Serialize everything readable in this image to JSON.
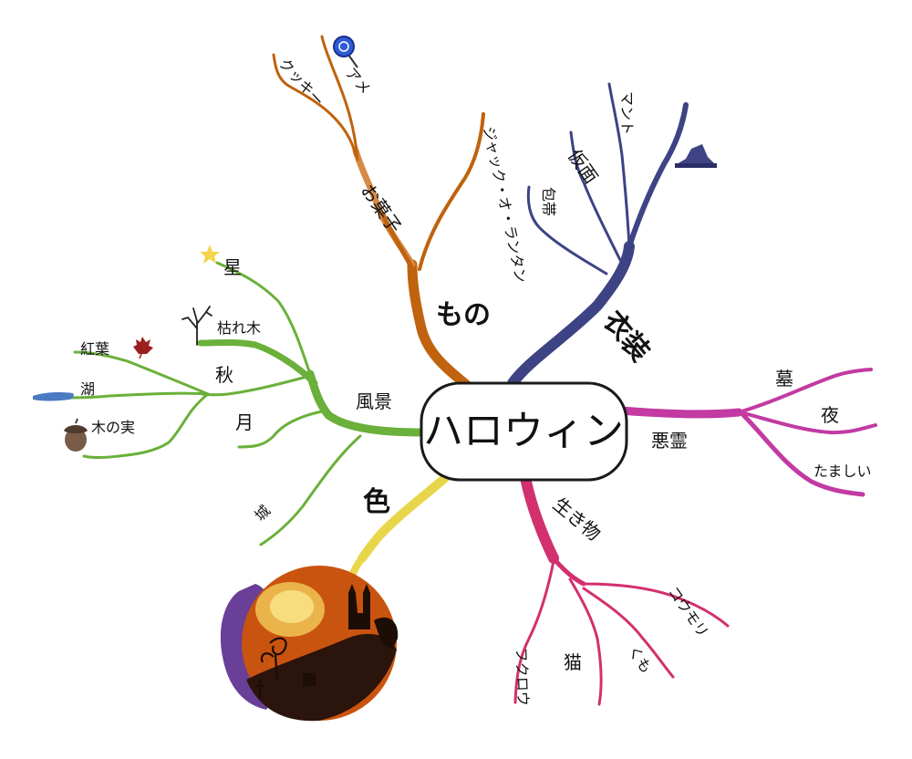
{
  "center": {
    "label": "ハロウィン"
  },
  "colors": {
    "mono": "#c0620e",
    "mono_light": "#d68a45",
    "isho": "#3d4384",
    "akuryo": "#c23aa2",
    "ikimono": "#d2306e",
    "iro": "#e8d64a",
    "fukei": "#6ab03a",
    "center_border": "#1a1a1a"
  },
  "branches": {
    "mono": {
      "label": "もの",
      "children": [
        {
          "label": "お菓子",
          "children": [
            "クッキー",
            "アメ"
          ]
        },
        {
          "label": "ジャック・オ・ランタン"
        }
      ]
    },
    "isho": {
      "label": "衣装",
      "children": [
        "包帯",
        "仮面",
        "マント"
      ]
    },
    "akuryo": {
      "label": "悪霊",
      "children": [
        "墓",
        "夜",
        "たましい"
      ]
    },
    "ikimono": {
      "label": "生き物",
      "children": [
        "フクロウ",
        "猫",
        "くも",
        "コウモリ"
      ]
    },
    "iro": {
      "label": "色"
    },
    "fukei": {
      "label": "風景",
      "children": [
        {
          "label": "星"
        },
        {
          "label": "秋",
          "children": [
            "枯れ木",
            "紅葉",
            "湖",
            "木の実"
          ]
        },
        {
          "label": "月"
        },
        {
          "label": "城"
        }
      ]
    }
  },
  "icons": [
    "lollipop-icon",
    "witch-hat-icon",
    "star-icon",
    "bare-tree-icon",
    "maple-leaf-icon",
    "lake-icon",
    "acorn-icon",
    "halloween-night-scene"
  ]
}
